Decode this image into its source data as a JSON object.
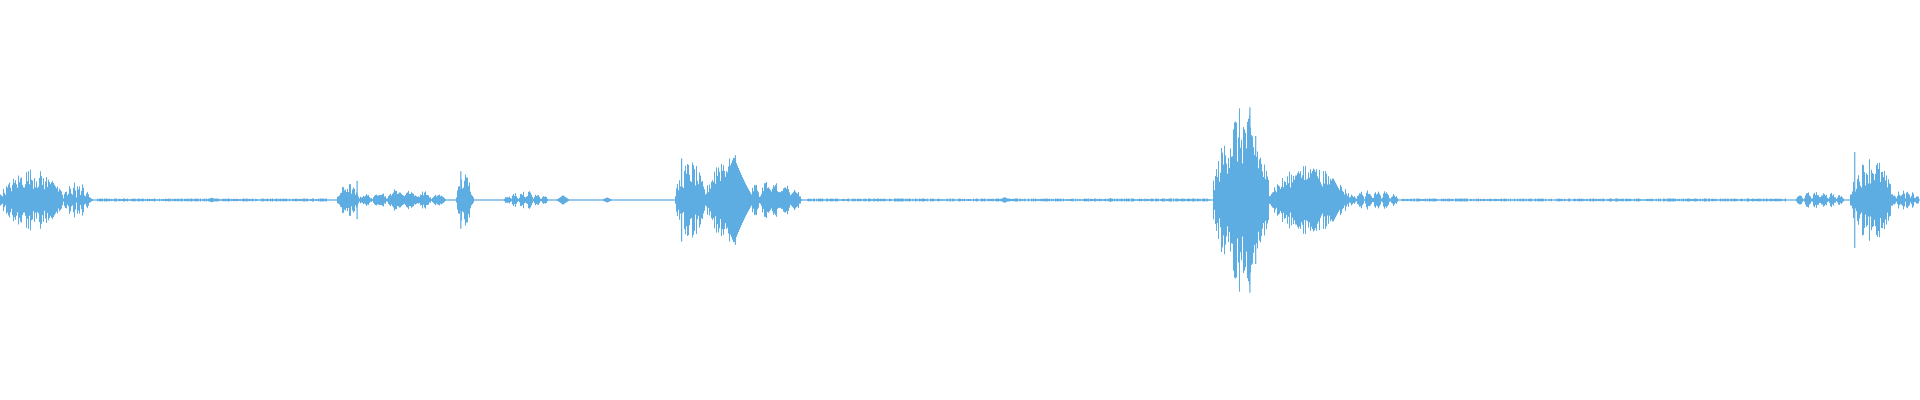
{
  "waveform": {
    "color": "#5dade2",
    "background": "#ffffff",
    "segments": [
      {
        "start": 0.0,
        "end": 0.032,
        "peak": 0.2,
        "dense": true
      },
      {
        "start": 0.033,
        "end": 0.046,
        "peak": 0.13,
        "dense": false
      },
      {
        "start": 0.176,
        "end": 0.186,
        "peak": 0.11,
        "dense": true
      },
      {
        "start": 0.186,
        "end": 0.232,
        "peak": 0.07,
        "dense": false
      },
      {
        "start": 0.238,
        "end": 0.246,
        "peak": 0.17,
        "dense": true
      },
      {
        "start": 0.262,
        "end": 0.285,
        "peak": 0.06,
        "dense": false
      },
      {
        "start": 0.352,
        "end": 0.367,
        "peak": 0.25,
        "dense": true
      },
      {
        "start": 0.368,
        "end": 0.385,
        "peak": 0.3,
        "dense": true
      },
      {
        "start": 0.385,
        "end": 0.417,
        "peak": 0.13,
        "dense": false
      },
      {
        "start": 0.632,
        "end": 0.66,
        "peak": 0.58,
        "dense": true
      },
      {
        "start": 0.66,
        "end": 0.702,
        "peak": 0.22,
        "dense": true
      },
      {
        "start": 0.702,
        "end": 0.728,
        "peak": 0.07,
        "dense": false
      },
      {
        "start": 0.935,
        "end": 0.96,
        "peak": 0.06,
        "dense": false
      },
      {
        "start": 0.964,
        "end": 0.985,
        "peak": 0.28,
        "dense": true
      },
      {
        "start": 0.985,
        "end": 1.0,
        "peak": 0.07,
        "dense": false
      }
    ],
    "spikes": [
      {
        "pos": 0.186,
        "amp": 0.12
      },
      {
        "pos": 0.24,
        "amp": 0.18
      },
      {
        "pos": 0.355,
        "amp": 0.26
      },
      {
        "pos": 0.383,
        "amp": 0.28
      },
      {
        "pos": 0.651,
        "amp": 0.58
      },
      {
        "pos": 0.654,
        "amp": 0.4
      },
      {
        "pos": 0.966,
        "amp": 0.3
      }
    ],
    "lobes": [
      {
        "pos": 0.015,
        "amp": 0.1
      },
      {
        "pos": 0.027,
        "amp": 0.12
      },
      {
        "pos": 0.037,
        "amp": 0.04
      },
      {
        "pos": 0.045,
        "amp": 0.03
      },
      {
        "pos": 0.11,
        "amp": 0.015
      },
      {
        "pos": 0.198,
        "amp": 0.03
      },
      {
        "pos": 0.208,
        "amp": 0.05
      },
      {
        "pos": 0.216,
        "amp": 0.03
      },
      {
        "pos": 0.275,
        "amp": 0.03
      },
      {
        "pos": 0.293,
        "amp": 0.03
      },
      {
        "pos": 0.316,
        "amp": 0.016
      },
      {
        "pos": 0.382,
        "amp": 0.27
      },
      {
        "pos": 0.4,
        "amp": 0.08
      },
      {
        "pos": 0.407,
        "amp": 0.06
      },
      {
        "pos": 0.413,
        "amp": 0.05
      },
      {
        "pos": 0.523,
        "amp": 0.018
      },
      {
        "pos": 0.578,
        "amp": 0.012
      },
      {
        "pos": 0.676,
        "amp": 0.18
      },
      {
        "pos": 0.684,
        "amp": 0.2
      },
      {
        "pos": 0.694,
        "amp": 0.14
      },
      {
        "pos": 0.716,
        "amp": 0.018
      },
      {
        "pos": 0.99,
        "amp": 0.03
      }
    ]
  }
}
